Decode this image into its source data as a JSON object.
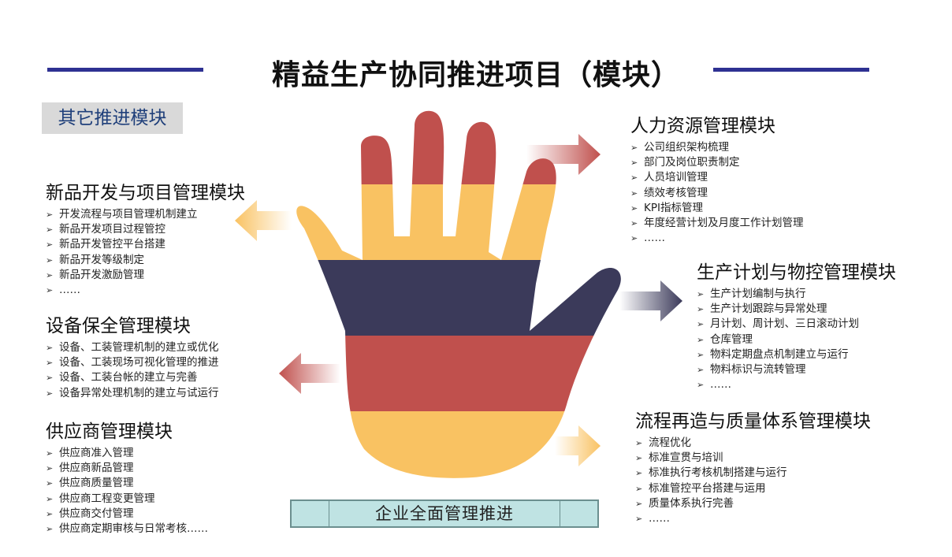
{
  "title": "精益生产协同推进项目（模块）",
  "tag": "其它推进模块",
  "colors": {
    "accent": "#2e3192",
    "band_red": "#c0504d",
    "band_yellow": "#f9c262",
    "band_navy": "#3b3a5a"
  },
  "bullet_marker": "➢",
  "modules": {
    "hr": {
      "title": "人力资源管理模块",
      "items": [
        "公司组织架构梳理",
        "部门及岗位职责制定",
        "人员培训管理",
        "绩效考核管理",
        "KPI指标管理",
        "年度经营计划及月度工作计划管理",
        "……"
      ]
    },
    "production": {
      "title": "生产计划与物控管理模块",
      "items": [
        "生产计划编制与执行",
        "生产计划跟踪与异常处理",
        "月计划、周计划、三日滚动计划",
        "仓库管理",
        "物料定期盘点机制建立与运行",
        "物料标识与流转管理",
        "……"
      ]
    },
    "process": {
      "title": "流程再造与质量体系管理模块",
      "items": [
        "流程优化",
        "标准宣贯与培训",
        "标准执行考核机制搭建与运行",
        "标准管控平台搭建与运用",
        "质量体系执行完善",
        "……"
      ]
    },
    "newproduct": {
      "title": "新品开发与项目管理模块",
      "items": [
        "开发流程与项目管理机制建立",
        "新品开发项目过程管控",
        "新品开发管控平台搭建",
        "新品开发等级制定",
        "新品开发激励管理",
        "……"
      ]
    },
    "equipment": {
      "title": "设备保全管理模块",
      "items": [
        "设备、工装管理机制的建立或优化",
        "设备、工装现场可视化管理的推进",
        "设备、工装台帐的建立与完善",
        "设备异常处理机制的建立与试运行"
      ]
    },
    "supplier": {
      "title": "供应商管理模块",
      "items": [
        "供应商准入管理",
        "供应商新品管理",
        "供应商质量管理",
        "供应商工程变更管理",
        "供应商交付管理",
        "供应商定期审核与日常考核……"
      ]
    }
  },
  "bottom_bar": "企业全面管理推进"
}
